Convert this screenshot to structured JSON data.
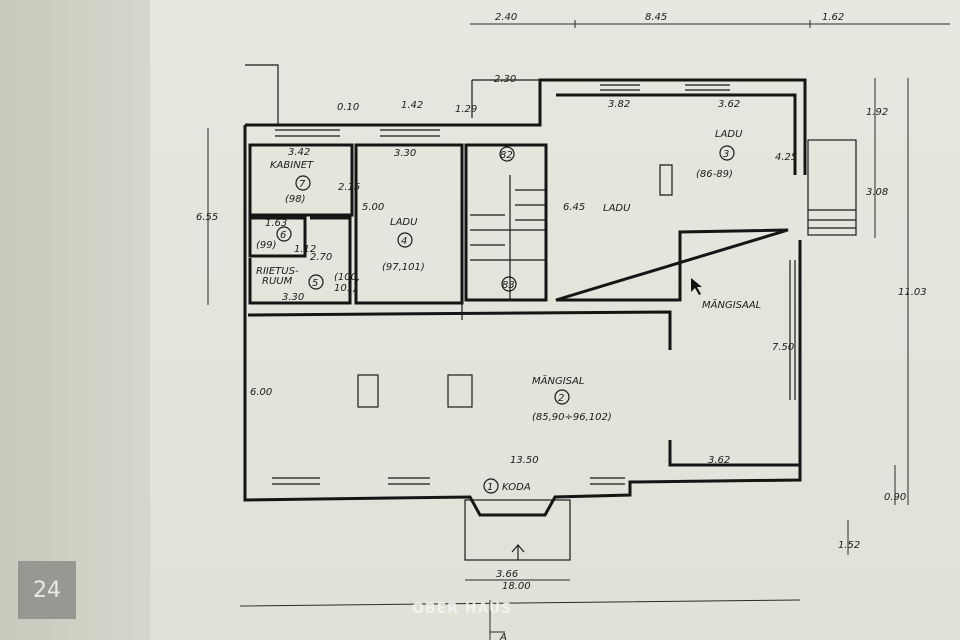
{
  "rooms": {
    "kabinet": {
      "name": "KABINET",
      "number": "7",
      "ref": "(98)"
    },
    "wc": {
      "number": "6",
      "ref": "(99)"
    },
    "riietus": {
      "name1": "RIIETUS-",
      "name2": "RUUM",
      "number": "5",
      "ref1": "(100,",
      "ref2": "101)"
    },
    "ladu4": {
      "name": "LADU",
      "number": "4",
      "ref": "(97,101)"
    },
    "stair": {
      "n1": "82",
      "n2": "83"
    },
    "ladu3": {
      "name": "LADU",
      "number": "3",
      "ref": "(86-89)"
    },
    "ladu_big": {
      "name": "LADU"
    },
    "mangisaal_small": {
      "name": "MÄNGISAAL"
    },
    "mangisaal": {
      "name": "MÄNGISAL",
      "number": "2",
      "ref": "(85,90÷96,102)"
    },
    "koda": {
      "name": "KODA",
      "number": "1"
    }
  },
  "dimensions": {
    "top_2_40": "2.40",
    "top_8_45": "8.45",
    "top_1_62": "1.62",
    "d_2_30": "2.30",
    "d_3_82": "3.82",
    "d_3_62_top": "3.62",
    "d_0_10": "0.10",
    "d_1_42": "1.42",
    "d_1_29": "1.29",
    "d_3_42": "3.42",
    "d_3_30a": "3.30",
    "d_2_15": "2.15",
    "d_5_00": "5.00",
    "d_1_63": "1.63",
    "d_1_12": "1.12",
    "d_2_70": "2.70",
    "d_3_30b": "3.30",
    "d_6_55": "6.55",
    "d_6_45": "6.45",
    "d_4_25": "4.25",
    "d_1_92": "1.92",
    "d_3_08": "3.08",
    "d_11_03": "11.03",
    "d_7_50": "7.50",
    "d_6_00": "6.00",
    "d_13_50": "13.50",
    "d_3_62_bottom": "3.62",
    "d_0_90": "0.90",
    "d_1_52": "1.52",
    "d_3_66": "3.66",
    "d_18_00": "18.00",
    "section": "A"
  },
  "overlay": {
    "page_badge": "24",
    "watermark": "OBER HAUS"
  }
}
